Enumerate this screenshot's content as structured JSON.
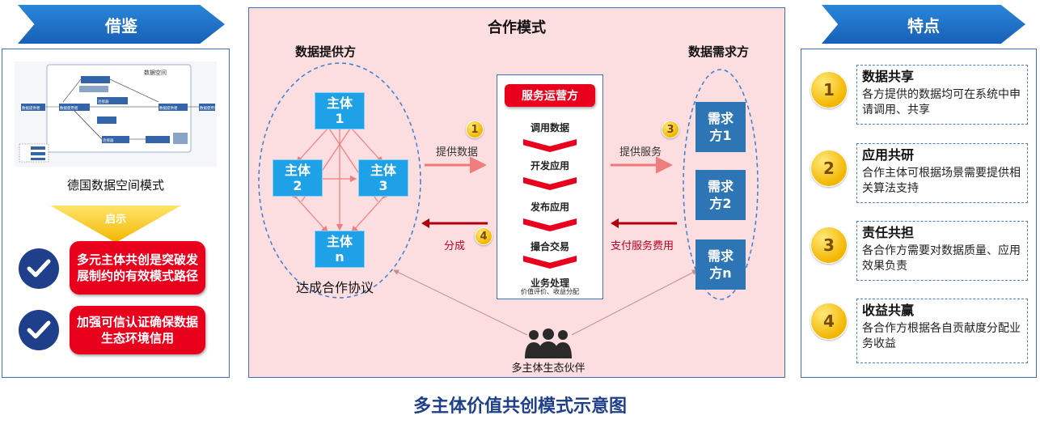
{
  "left": {
    "header": "借鉴",
    "image_caption": "德国数据空间模式",
    "thumb": {
      "title": "数据空间",
      "labels": [
        "数据提供者",
        "数据使用者",
        "数据使用者",
        "数据提供者",
        "连接器",
        "连接器"
      ]
    },
    "insight_label": "启示",
    "items": [
      {
        "text": "多元主体共创是突破发展制约的有效模式路径"
      },
      {
        "text": "加强可信认证确保数据生态环境信用"
      }
    ]
  },
  "center": {
    "title": "合作模式",
    "provider_title": "数据提供方",
    "demand_title": "数据需求方",
    "entities": [
      {
        "line1": "主体",
        "line2": "1"
      },
      {
        "line1": "主体",
        "line2": "2"
      },
      {
        "line1": "主体",
        "line2": "3"
      },
      {
        "line1": "主体",
        "line2": "n"
      }
    ],
    "agreement": "达成合作协议",
    "operator": "服务运营方",
    "steps": [
      "调用数据",
      "开发应用",
      "发布应用",
      "撮合交易",
      "业务处理"
    ],
    "steps_sub": "价值评价、收益分配",
    "demands": [
      {
        "line1": "需求",
        "line2": "方1"
      },
      {
        "line1": "需求",
        "line2": "方2"
      },
      {
        "line1": "需求",
        "line2": "方n"
      }
    ],
    "flows": {
      "provide_data": "提供数据",
      "provide_service": "提供服务",
      "share": "分成",
      "pay_fee": "支付服务费用"
    },
    "numbers": [
      "1",
      "2",
      "3",
      "4"
    ],
    "partners": "多主体生态伙伴"
  },
  "right": {
    "header": "特点",
    "features": [
      {
        "num": "1",
        "title": "数据共享",
        "desc": "各方提供的数据均可在系统中申请调用、共享"
      },
      {
        "num": "2",
        "title": "应用共研",
        "desc": "合作主体可根据场景需要提供相关算法支持"
      },
      {
        "num": "3",
        "title": "责任共担",
        "desc": "各合作方需要对数据质量、应用效果负责"
      },
      {
        "num": "4",
        "title": "收益共赢",
        "desc": "各合作方根据各自贡献度分配业务收益"
      }
    ]
  },
  "caption": "多主体价值共创模式示意图",
  "colors": {
    "blue": "#1f6fc9",
    "red": "#e8001c",
    "pink": "#fcdde0",
    "gold": "#f2b600"
  }
}
